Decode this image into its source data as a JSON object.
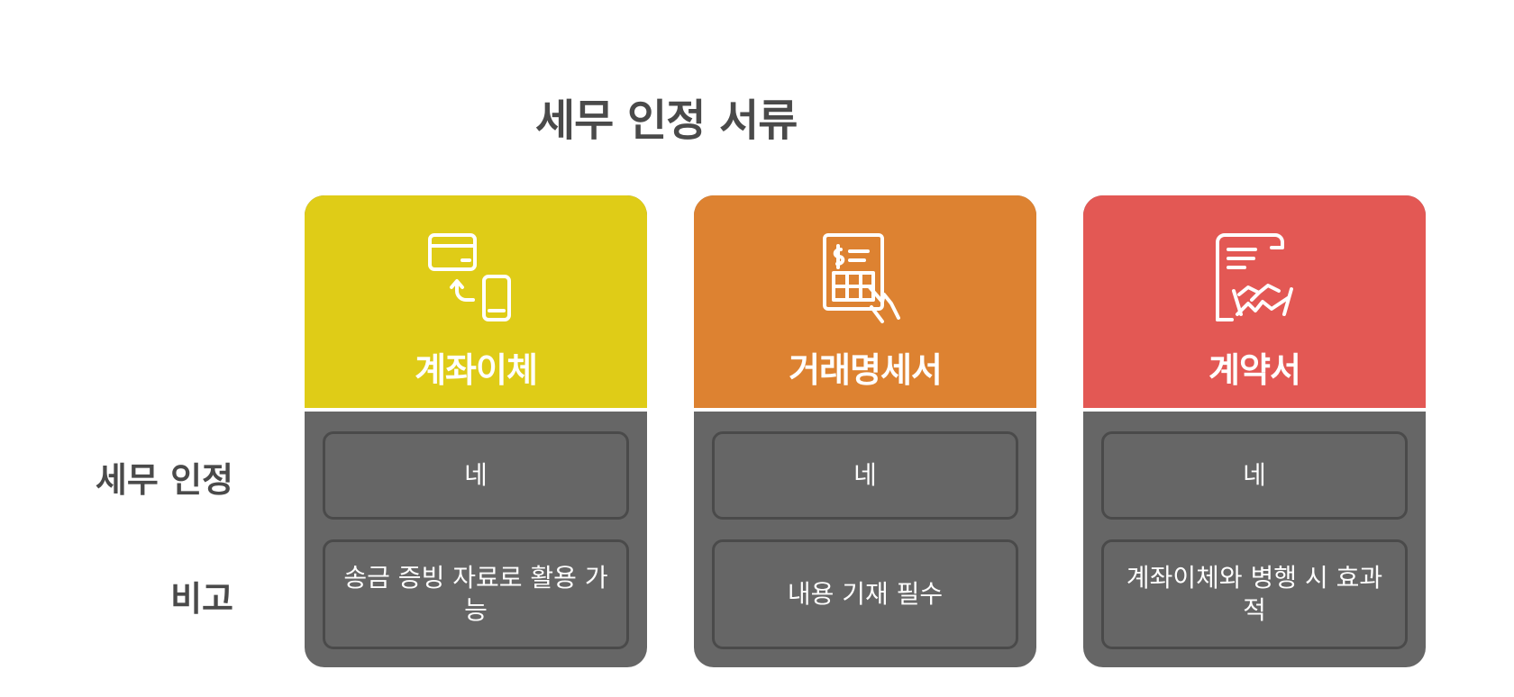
{
  "title": "세무 인정 서류",
  "row_labels": {
    "recognition": "세무 인정",
    "note": "비고"
  },
  "columns": [
    {
      "name": "계좌이체",
      "color": "#dfcc17",
      "icon": "card-transfer-icon",
      "recognition": "네",
      "note": "송금 증빙 자료로 활용 가능"
    },
    {
      "name": "거래명세서",
      "color": "#dd8231",
      "icon": "invoice-hand-icon",
      "recognition": "네",
      "note": "내용 기재 필수"
    },
    {
      "name": "계약서",
      "color": "#e35854",
      "icon": "contract-handshake-icon",
      "recognition": "네",
      "note": "계좌이체와 병행 시 효과적"
    }
  ]
}
